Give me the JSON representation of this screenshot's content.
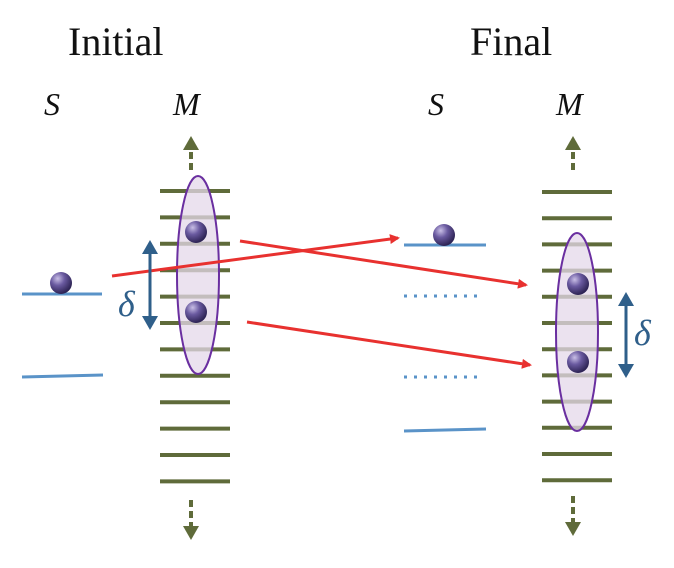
{
  "panels": {
    "initial": {
      "title": "Initial",
      "s_label": "S",
      "m_label": "M",
      "delta": "δ"
    },
    "final": {
      "title": "Final",
      "s_label": "S",
      "m_label": "M",
      "delta": "δ"
    }
  },
  "colors": {
    "rung": "#5f6b3a",
    "system_level": "#5a93c8",
    "dotted_level": "#5a93c8",
    "arrow": "#e8312f",
    "ellipse_fill": "#e4d8ea",
    "ellipse_stroke": "#6a2fa0",
    "particle": "#5b4b8a",
    "delta": "#2f5f8a"
  }
}
